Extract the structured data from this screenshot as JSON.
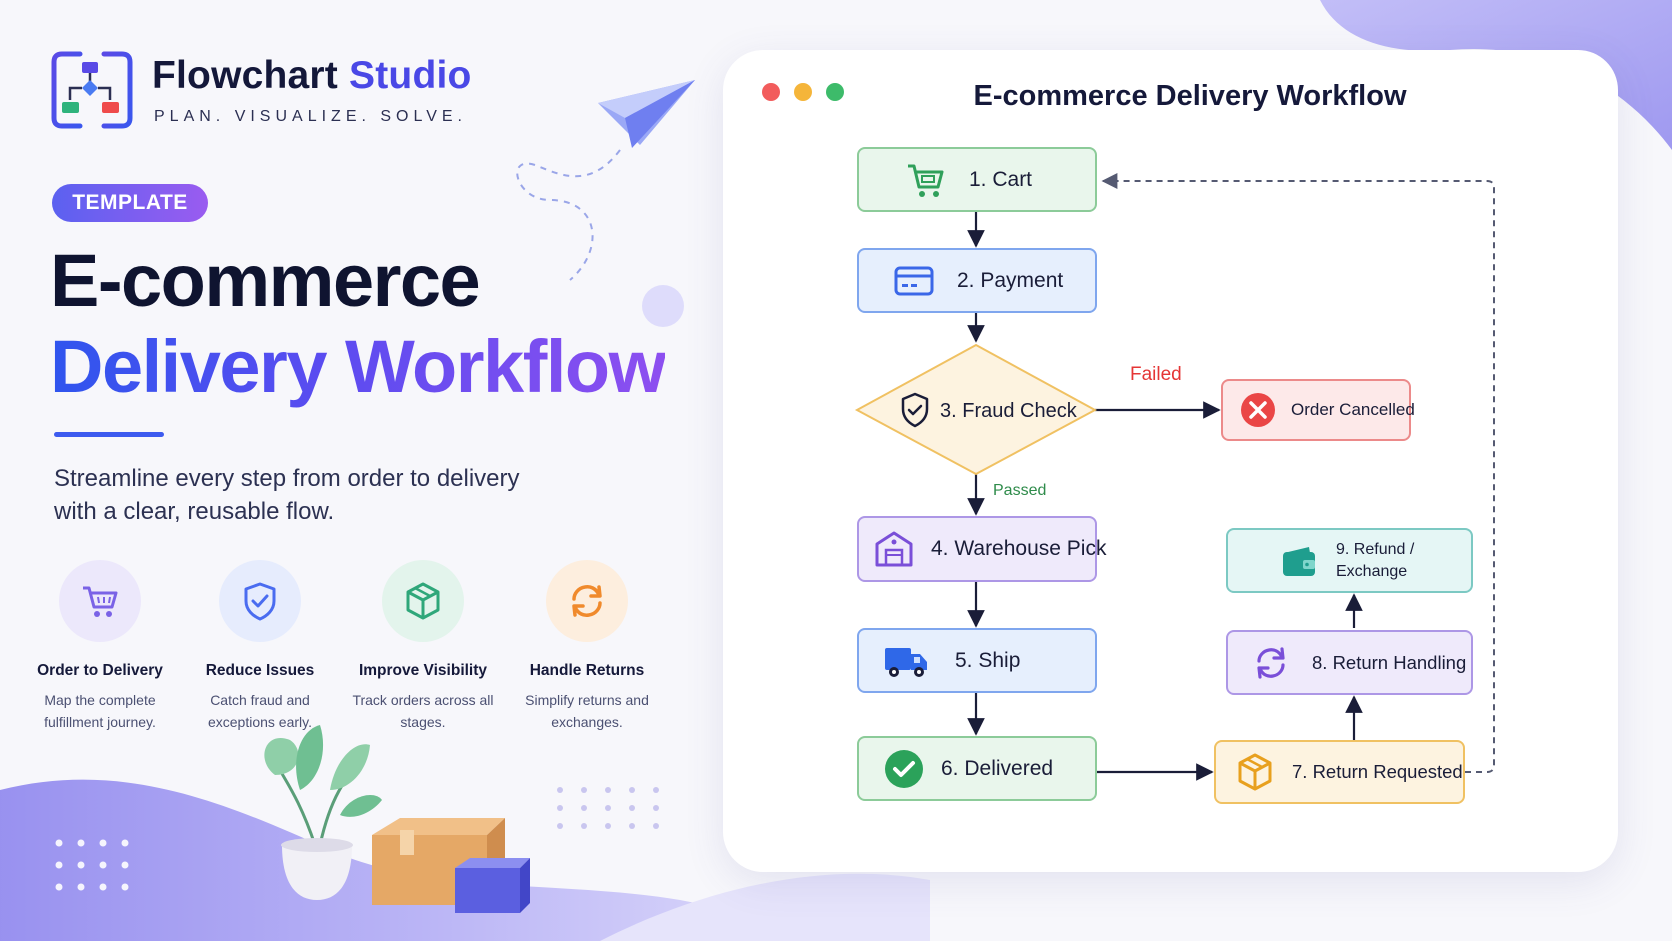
{
  "brand": {
    "name_part1": "Flowchart",
    "name_part2": "Studio",
    "tagline": "PLAN. VISUALIZE. SOLVE."
  },
  "badge": "TEMPLATE",
  "hero": {
    "line1": "E-commerce",
    "line2": "Delivery Workflow",
    "lead": "Streamline every step from order to delivery with a clear, reusable flow."
  },
  "features": [
    {
      "title": "Order to Delivery",
      "desc": "Map the complete fulfillment journey.",
      "icon": "cart-icon",
      "color": "#7a62e6"
    },
    {
      "title": "Reduce Issues",
      "desc": "Catch fraud and exceptions early.",
      "icon": "shield-check-icon",
      "color": "#4a6cf0"
    },
    {
      "title": "Improve Visibility",
      "desc": "Track orders across all stages.",
      "icon": "box-icon",
      "color": "#2fa77a"
    },
    {
      "title": "Handle Returns",
      "desc": "Simplify returns and exchanges.",
      "icon": "refresh-icon",
      "color": "#f08a2c"
    }
  ],
  "diagram": {
    "title": "E-commerce Delivery Workflow",
    "window_dots": [
      "#f25c5c",
      "#f5b53a",
      "#3dbb6a"
    ],
    "nodes": {
      "cart": "1.  Cart",
      "payment": "2.  Payment",
      "fraud": "3.  Fraud Check",
      "cancelled": "Order Cancelled",
      "warehouse": "4.  Warehouse Pick",
      "ship": "5.  Ship",
      "delivered": "6.  Delivered",
      "return_requested": "7.  Return Requested",
      "return_handling": "8.  Return Handling",
      "refund_line1": "9.  Refund /",
      "refund_line2": "Exchange"
    },
    "edges": {
      "failed": "Failed",
      "passed": "Passed"
    }
  }
}
